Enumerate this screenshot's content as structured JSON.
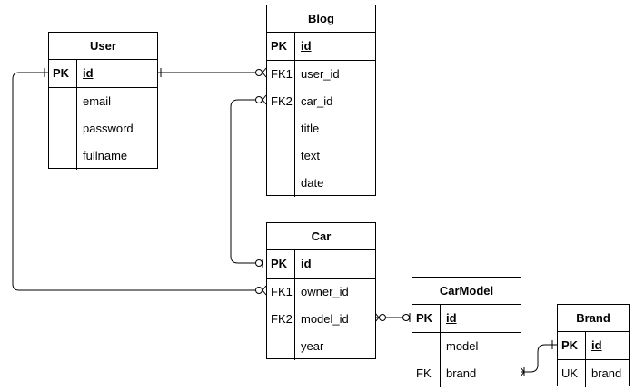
{
  "diagram": {
    "entities": {
      "user": {
        "name": "User",
        "pk_label": "PK",
        "pk_field": "id",
        "rows": [
          {
            "key": "",
            "field": "email"
          },
          {
            "key": "",
            "field": "password"
          },
          {
            "key": "",
            "field": "fullname"
          }
        ]
      },
      "blog": {
        "name": "Blog",
        "pk_label": "PK",
        "pk_field": "id",
        "rows": [
          {
            "key": "FK1",
            "field": "user_id"
          },
          {
            "key": "FK2",
            "field": "car_id"
          },
          {
            "key": "",
            "field": "title"
          },
          {
            "key": "",
            "field": "text"
          },
          {
            "key": "",
            "field": "date"
          }
        ]
      },
      "car": {
        "name": "Car",
        "pk_label": "PK",
        "pk_field": "id",
        "rows": [
          {
            "key": "FK1",
            "field": "owner_id"
          },
          {
            "key": "FK2",
            "field": "model_id"
          },
          {
            "key": "",
            "field": "year"
          }
        ]
      },
      "carmodel": {
        "name": "CarModel",
        "pk_label": "PK",
        "pk_field": "id",
        "rows": [
          {
            "key": "",
            "field": "model"
          },
          {
            "key": "FK",
            "field": "brand"
          }
        ]
      },
      "brand": {
        "name": "Brand",
        "pk_label": "PK",
        "pk_field": "id",
        "rows": [
          {
            "key": "UK",
            "field": "brand"
          }
        ]
      }
    },
    "relationships": [
      {
        "from": "user.id",
        "to": "blog.user_id",
        "from_end": "one",
        "to_end": "zero-or-many"
      },
      {
        "from": "car.id",
        "to": "blog.car_id",
        "from_end": "zero-or-one",
        "to_end": "zero-or-many"
      },
      {
        "from": "user.id",
        "to": "car.owner_id",
        "from_end": "one",
        "to_end": "zero-or-many"
      },
      {
        "from": "car.model_id",
        "to": "carmodel.id",
        "from_end": "zero-or-many",
        "to_end": "zero-or-one"
      },
      {
        "from": "carmodel.brand",
        "to": "brand.id",
        "from_end": "one-or-many",
        "to_end": "one"
      }
    ],
    "line_color": "#000000",
    "background": "#ffffff"
  }
}
